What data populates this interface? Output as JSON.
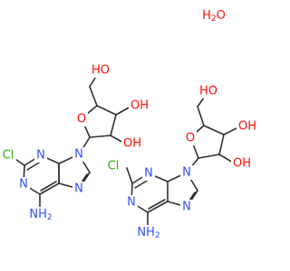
{
  "structure": {
    "colors": {
      "background": "#ffffff",
      "bond": "#2f2f2f",
      "oxygen": "#ff0d0d",
      "nitrogen": "#3050f8",
      "chlorine": "#1fb100"
    },
    "labels": {
      "hydroxyl": "HO",
      "hydroxyl_right": "OH",
      "ring_oxygen": "O",
      "nitrogen": "N",
      "chlorine": "Cl",
      "amine": "NH",
      "amine_subscript": "2",
      "water_h": "H",
      "water_o": "O",
      "water_subscript": "2"
    }
  }
}
